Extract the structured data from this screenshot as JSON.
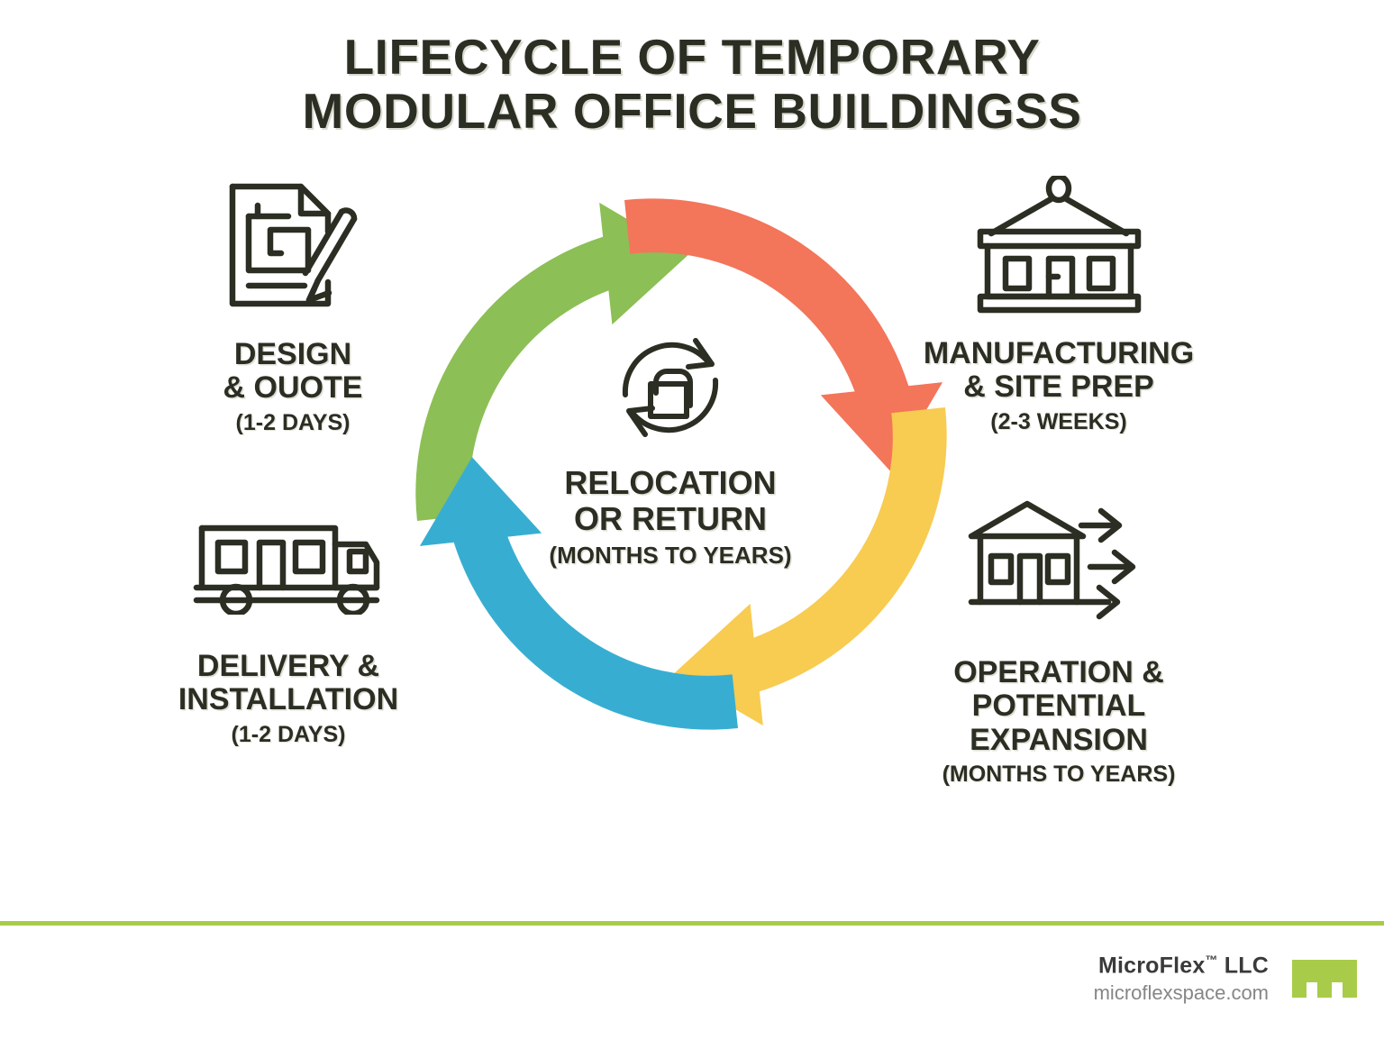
{
  "title": {
    "line1": "LIFECYCLE OF TEMPORARY",
    "line2": "MODULAR OFFICE BUILDINGSS"
  },
  "center": {
    "icon": "recycle-modular-building-icon",
    "title_line1": "RELOCATION",
    "title_line2": "OR RETURN",
    "duration": "(MONTHS TO YEARS)"
  },
  "stages": [
    {
      "id": "design",
      "icon": "blueprint-pencil-icon",
      "title_line1": "DESIGN",
      "title_line2": "& OUOTE",
      "duration": "(1-2 DAYS)",
      "arrow_color": "#8CBF55",
      "arrow_name": "green-arrow"
    },
    {
      "id": "manufacturing",
      "icon": "crane-lifting-building-icon",
      "title_line1": "MANUFACTURING",
      "title_line2": "& SITE PREP",
      "duration": "(2-3 WEEKS)",
      "arrow_color": "#F3755A",
      "arrow_name": "coral-arrow"
    },
    {
      "id": "operation",
      "icon": "building-expansion-arrows-icon",
      "title_line1": "OPERATION &",
      "title_line2": "POTENTIAL",
      "title_line3": "EXPANSION",
      "duration": "(MONTHS TO YEARS)",
      "arrow_color": "#F8CB51",
      "arrow_name": "yellow-arrow"
    },
    {
      "id": "delivery",
      "icon": "delivery-truck-modular-icon",
      "title_line1": "DELIVERY &",
      "title_line2": "INSTALLATION",
      "duration": "(1-2 DAYS)",
      "arrow_color": "#37AED1",
      "arrow_name": "blue-arrow"
    }
  ],
  "footer": {
    "brand_name": "MicroFlex",
    "brand_tm": "™",
    "brand_suffix": " LLC",
    "website": "microflexspace.com",
    "logo": "microflex-logo-mark",
    "rule_color": "#A8CC49"
  },
  "colors": {
    "text_dark": "#2B2E22",
    "green": "#8CBF55",
    "coral": "#F3755A",
    "yellow": "#F8CB51",
    "blue": "#37AED1",
    "brand_green": "#A8CC49",
    "background": "#FFFFFF"
  }
}
